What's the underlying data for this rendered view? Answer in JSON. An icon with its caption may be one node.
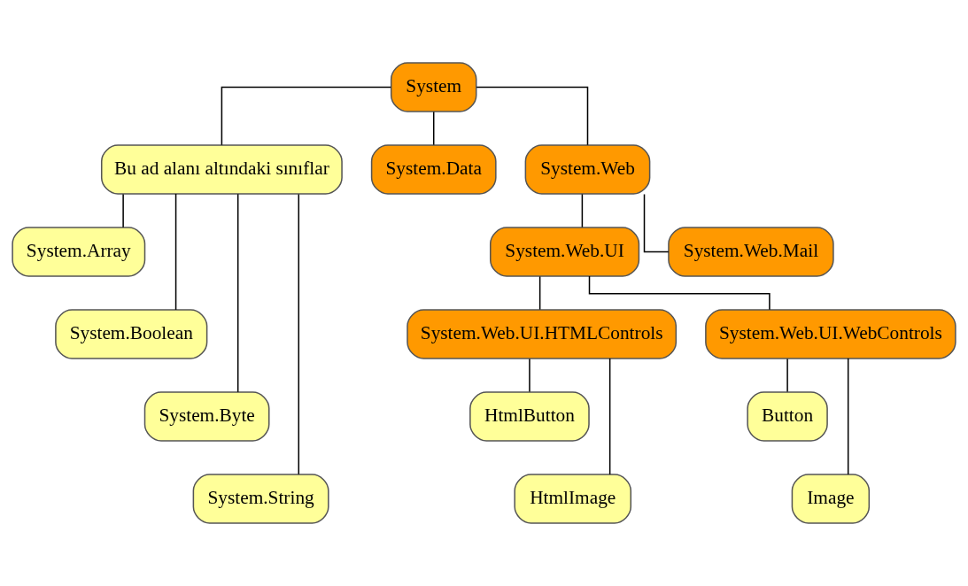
{
  "diagram": {
    "nodes": [
      {
        "text": [
          "System"
        ]
      },
      {
        "text": [
          "Bu ad alanı altındaki sınıflar"
        ]
      },
      {
        "text": [
          "System.Data"
        ]
      },
      {
        "text": [
          "System.Web"
        ]
      },
      {
        "text": [
          "System.Array"
        ]
      },
      {
        "text": [
          "System.Boolean"
        ]
      },
      {
        "text": [
          "System.Byte"
        ]
      },
      {
        "text": [
          "System.String"
        ]
      },
      {
        "text": [
          "System.Web.UI"
        ]
      },
      {
        "text": [
          "System.Web.Mail"
        ]
      },
      {
        "text": [
          "System.Web.UI.HTMLControls"
        ]
      },
      {
        "text": [
          "System.Web.UI.WebControls"
        ]
      },
      {
        "text": [
          "HtmlButton"
        ]
      },
      {
        "text": [
          "HtmlImage"
        ]
      },
      {
        "text": [
          "Button"
        ]
      },
      {
        "text": [
          "Image"
        ]
      }
    ],
    "edges": [
      {
        "from": 0,
        "to": 1,
        "arrow": "none"
      },
      {
        "from": 0,
        "to": 2,
        "arrow": "none"
      },
      {
        "from": 0,
        "to": 3,
        "arrow": "none"
      },
      {
        "from": 1,
        "to": 4,
        "arrow": "none"
      },
      {
        "from": 1,
        "to": 5,
        "arrow": "none"
      },
      {
        "from": 1,
        "to": 6,
        "arrow": "none"
      },
      {
        "from": 1,
        "to": 7,
        "arrow": "none"
      },
      {
        "from": 3,
        "to": 8,
        "arrow": "none"
      },
      {
        "from": 3,
        "to": 9,
        "arrow": "none"
      },
      {
        "from": 8,
        "to": 10,
        "arrow": "none"
      },
      {
        "from": 8,
        "to": 11,
        "arrow": "none"
      },
      {
        "from": 10,
        "to": 12,
        "arrow": "none"
      },
      {
        "from": 10,
        "to": 13,
        "arrow": "none"
      },
      {
        "from": 11,
        "to": 14,
        "arrow": "none"
      },
      {
        "from": 11,
        "to": 15,
        "arrow": "none"
      }
    ]
  }
}
